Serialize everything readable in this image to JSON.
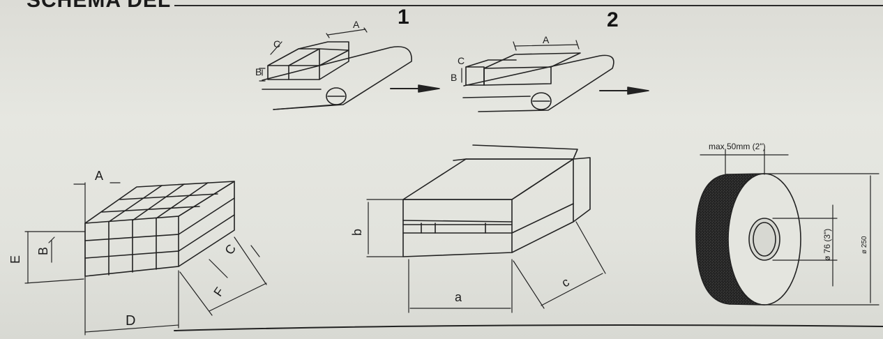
{
  "header": {
    "title": "SCHEMA DEL"
  },
  "steps": {
    "one": "1",
    "two": "2"
  },
  "conveyor_1": {
    "label_a": "A",
    "label_b": "B",
    "label_c": "C"
  },
  "conveyor_2": {
    "label_a": "A",
    "label_b": "B",
    "label_c": "C"
  },
  "pallet": {
    "label_a": "A",
    "label_b": "B",
    "label_d": "D",
    "label_e": "E",
    "label_f": "F",
    "label_c": "C"
  },
  "box": {
    "label_b": "b",
    "label_a": "a",
    "label_c": "c"
  },
  "reel": {
    "max_width": "max 50mm (2\")",
    "core_diameter": "ø 76 (3\")",
    "outer_diameter": "ø 250"
  }
}
